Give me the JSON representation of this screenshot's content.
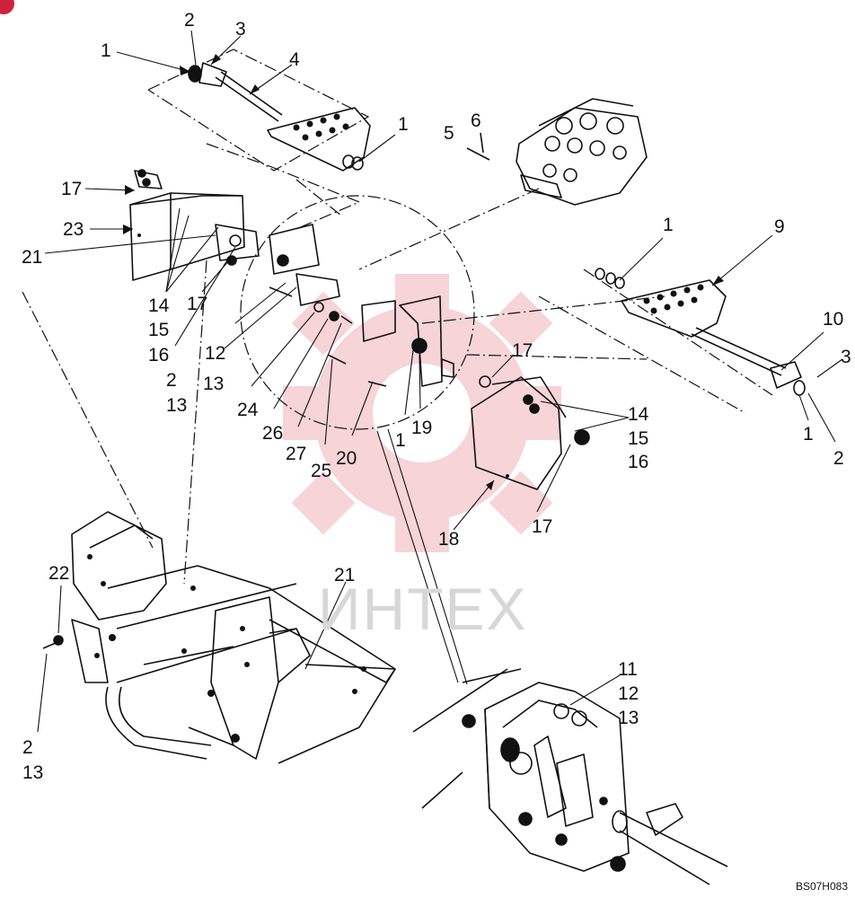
{
  "watermark": "ИНТЕХ",
  "drawing_code": "BS07H083",
  "colors": {
    "line": "#111111",
    "watermark_gear": "#f4c6cb",
    "watermark_text": "#d7d7d7",
    "badge": "#d0213c"
  },
  "callouts": [
    {
      "label": "2"
    },
    {
      "label": "3"
    },
    {
      "label": "1"
    },
    {
      "label": "4"
    },
    {
      "label": "1"
    },
    {
      "label": "5"
    },
    {
      "label": "6"
    },
    {
      "label": "17"
    },
    {
      "label": "23"
    },
    {
      "label": "21"
    },
    {
      "label": "14"
    },
    {
      "label": "15"
    },
    {
      "label": "16"
    },
    {
      "label": "17"
    },
    {
      "label": "2"
    },
    {
      "label": "13"
    },
    {
      "label": "12"
    },
    {
      "label": "13"
    },
    {
      "label": "24"
    },
    {
      "label": "26"
    },
    {
      "label": "27"
    },
    {
      "label": "25"
    },
    {
      "label": "20"
    },
    {
      "label": "1"
    },
    {
      "label": "19"
    },
    {
      "label": "17"
    },
    {
      "label": "14"
    },
    {
      "label": "15"
    },
    {
      "label": "16"
    },
    {
      "label": "17"
    },
    {
      "label": "18"
    },
    {
      "label": "1"
    },
    {
      "label": "9"
    },
    {
      "label": "10"
    },
    {
      "label": "3"
    },
    {
      "label": "1"
    },
    {
      "label": "2"
    },
    {
      "label": "22"
    },
    {
      "label": "2"
    },
    {
      "label": "13"
    },
    {
      "label": "21"
    },
    {
      "label": "11"
    },
    {
      "label": "12"
    },
    {
      "label": "13"
    }
  ]
}
